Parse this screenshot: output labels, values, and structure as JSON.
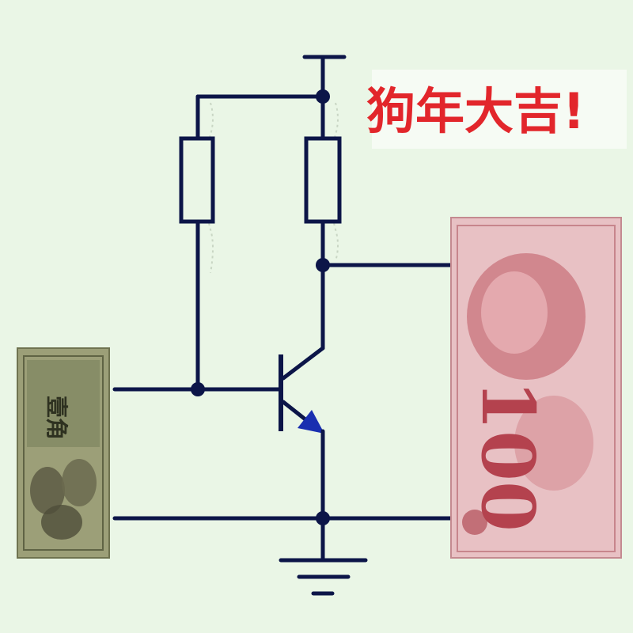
{
  "title_text": "狗年大吉!",
  "colors": {
    "background": "#eaf6e6",
    "wire": "#0c1548",
    "title": "#e2262b",
    "note_left": "#9c9f78",
    "note_right": "#e8c1c4"
  },
  "notes": {
    "left": {
      "label": "壹角"
    },
    "right": {
      "label": "100"
    }
  }
}
